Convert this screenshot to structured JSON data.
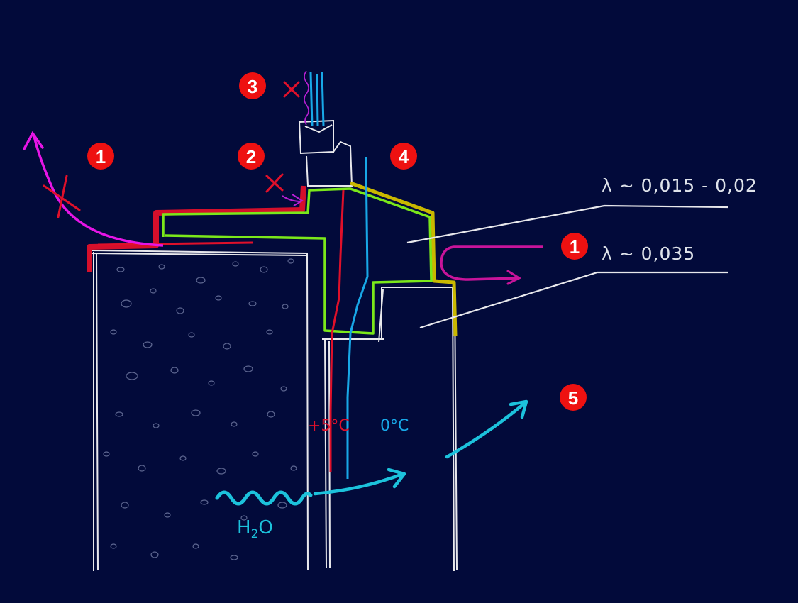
{
  "colors": {
    "background": "#020A3A",
    "outline": "#e8e8ec",
    "warm_line": "#e0102a",
    "cold_line": "#18a8e8",
    "thermal_break": "#7be81a",
    "insulation_edge": "#c9b800",
    "seal_red": "#e0102a",
    "air_flow": "#e615e6",
    "vapour": "#1cc2dc",
    "badge": "#ee1111"
  },
  "markers": [
    {
      "id": "m1a",
      "label": "1"
    },
    {
      "id": "m2",
      "label": "2"
    },
    {
      "id": "m3",
      "label": "3"
    },
    {
      "id": "m4",
      "label": "4"
    },
    {
      "id": "m1b",
      "label": "1"
    },
    {
      "id": "m5",
      "label": "5"
    }
  ],
  "callouts": {
    "lambda_top": "λ ~ 0,015 - 0,02",
    "lambda_bottom": "λ ~ 0,035"
  },
  "temperatures": {
    "warm": "+5°C",
    "cold": "0°C"
  },
  "moisture": {
    "label": "H2O",
    "label_main": "H",
    "label_sub": "2",
    "label_end": "O"
  },
  "icons": [
    "cross-mark-icon",
    "curved-arrow-icon",
    "wave-icon"
  ]
}
